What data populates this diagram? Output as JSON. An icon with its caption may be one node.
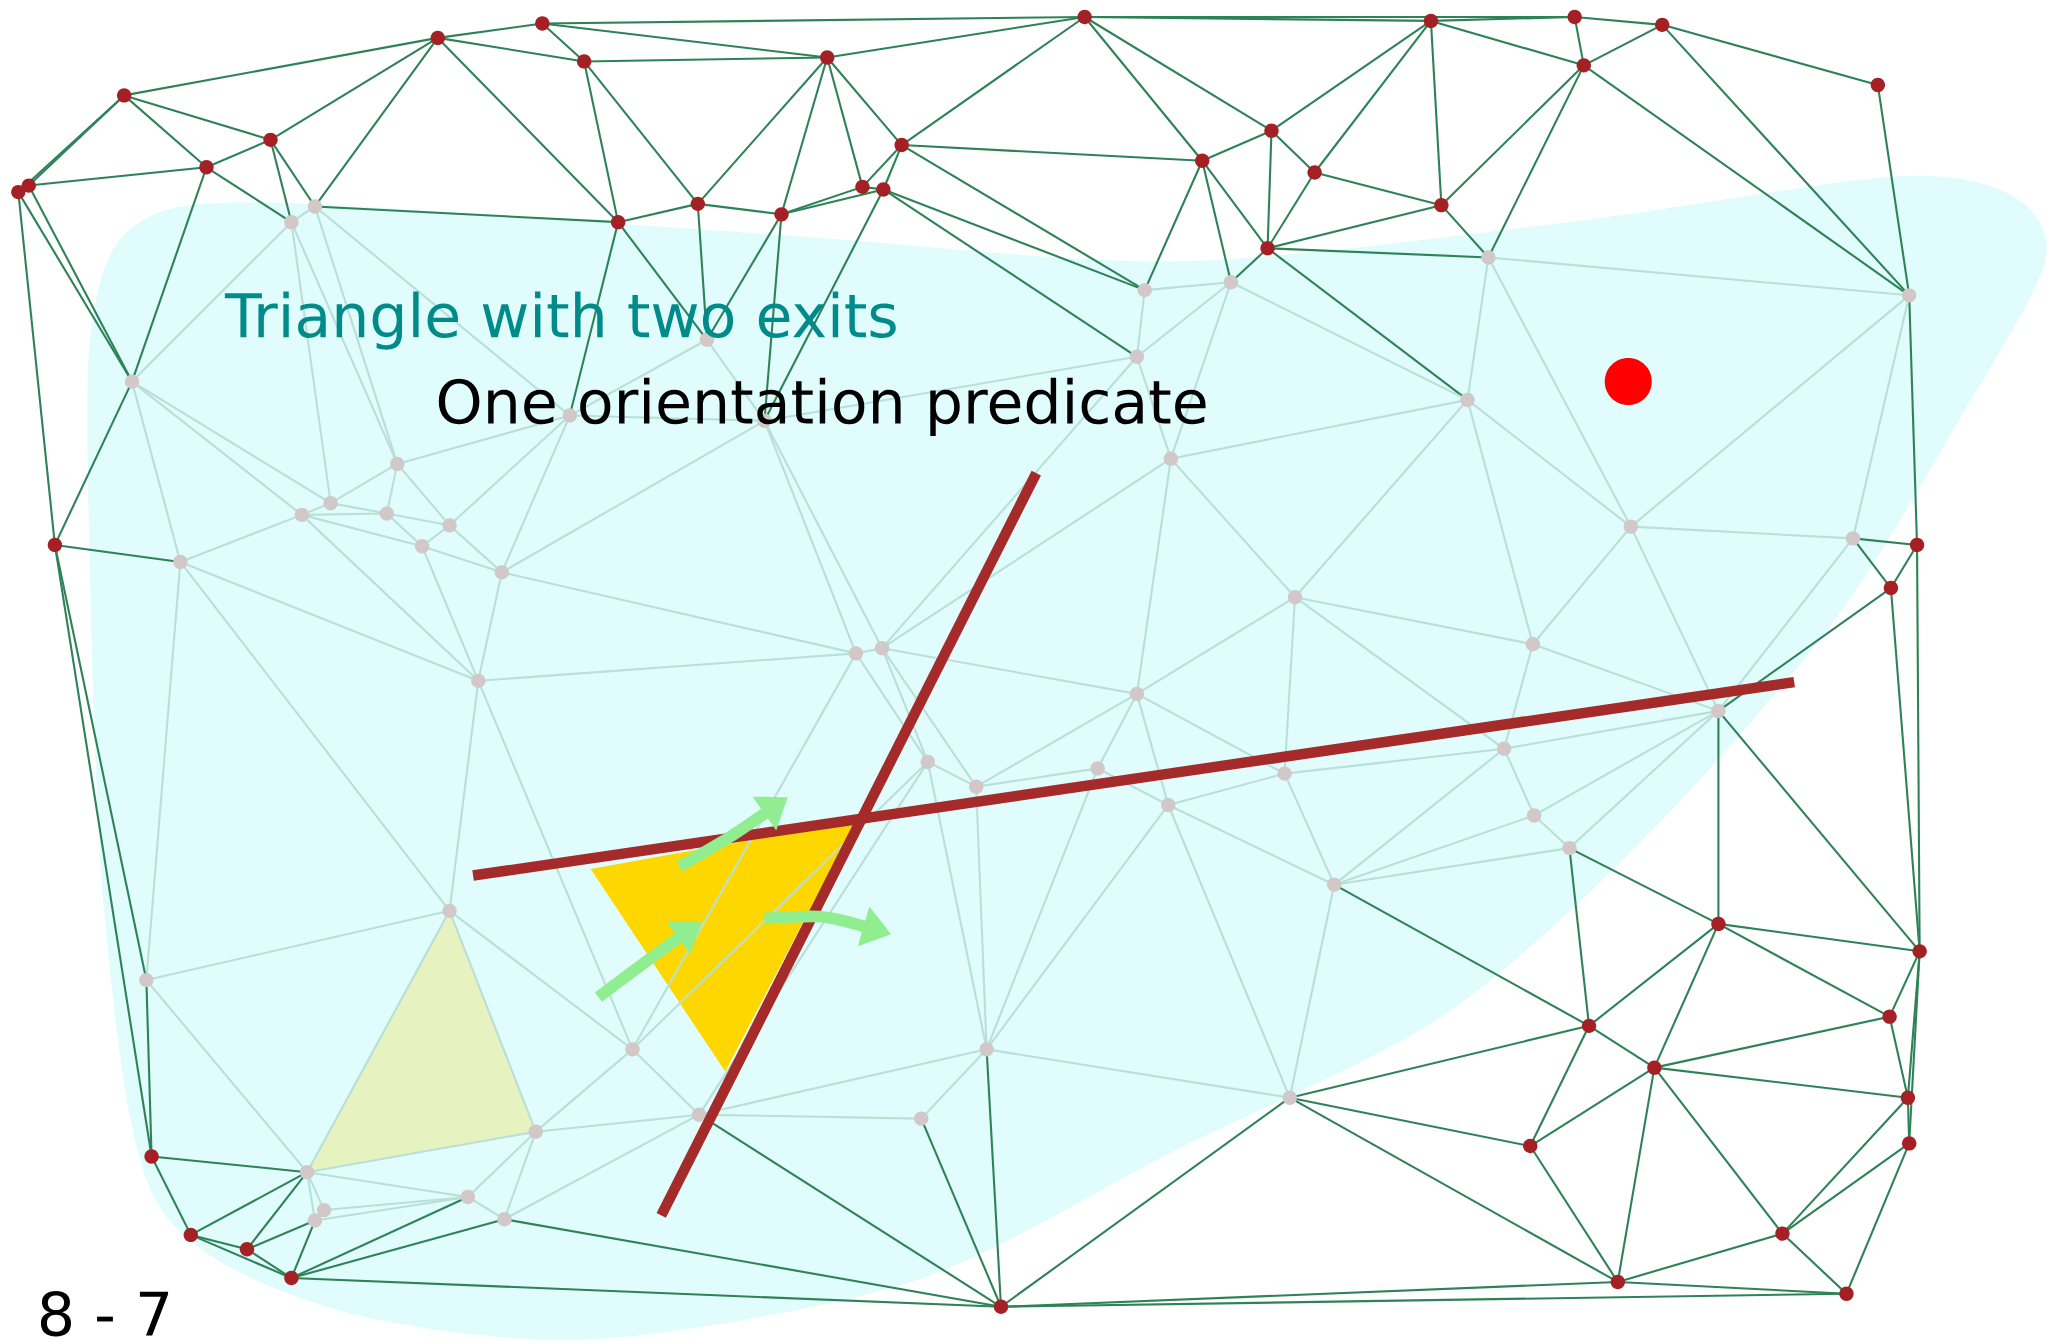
{
  "diagram": {
    "title": "Triangle with two exits",
    "labels": [
      "One orientation predicate",
      "8 - 7"
    ]
  }
}
